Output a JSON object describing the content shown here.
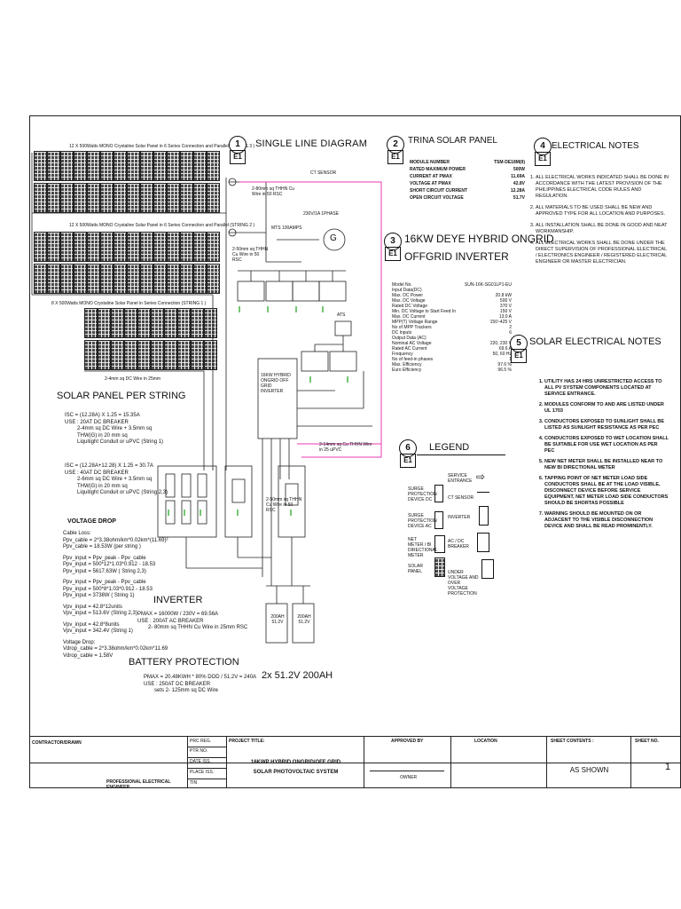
{
  "single_line": {
    "num": "1",
    "sheet": "E1",
    "title": "SINGLE LINE DIAGRAM"
  },
  "trina": {
    "num": "2",
    "sheet": "E1",
    "title": "TRINA SOLAR PANEL",
    "specs": [
      {
        "label": "MODULE NUMBER",
        "value": "TSM-DE18M(II)"
      },
      {
        "label": "RATED MAXIMUM POWER",
        "value": "500W"
      },
      {
        "label": "CURRENT AT PMAX",
        "value": "11.69A"
      },
      {
        "label": "VOLTAGE AT PMAX",
        "value": "42.8V"
      },
      {
        "label": "SHORT CIRCUIT CURRENT",
        "value": "12.28A"
      },
      {
        "label": "OPEN CIRCUIT VOLTAGE",
        "value": "51.7V"
      }
    ]
  },
  "deye": {
    "num": "3",
    "sheet": "E1",
    "title_line1": "16KW DEYE HYBRID ONGRID",
    "title_line2": "OFFGRID INVERTER",
    "specs": [
      {
        "label": "Model No.",
        "value": "SUN-16K-SG01LP1-EU"
      },
      {
        "label": "Input Data(DC)",
        "value": ""
      },
      {
        "label": "Max. DC Power",
        "value": "20.8 kW"
      },
      {
        "label": "Max. DC Voltage",
        "value": "500 V"
      },
      {
        "label": "Rated DC Voltage",
        "value": "370 V"
      },
      {
        "label": "Min. DC Voltage to Start Feed In",
        "value": "150 V"
      },
      {
        "label": "Max. DC Current",
        "value": "13.0 A"
      },
      {
        "label": "MPP(T) Voltage Range",
        "value": "150~425 V"
      },
      {
        "label": "No of MPP Trackers",
        "value": "2"
      },
      {
        "label": "DC Inputs",
        "value": "6"
      },
      {
        "label": "Output Data (AC)",
        "value": ""
      },
      {
        "label": "Nominal AC Voltage",
        "value": "220, 230 V"
      },
      {
        "label": "Rated AC Current",
        "value": "69.6 A"
      },
      {
        "label": "Frequency",
        "value": "50, 60 Hz"
      },
      {
        "label": "No of feed-in phases",
        "value": "1"
      },
      {
        "label": "Max. Efficiency",
        "value": "97.6 %"
      },
      {
        "label": "Euro Efficiency",
        "value": "96.5 %"
      }
    ]
  },
  "notes": {
    "num": "4",
    "sheet": "E1",
    "title": "ELECTRICAL NOTES",
    "items": [
      "ALL ELECTRICAL WORKS INDICATED SHALL BE DONE IN ACCORDANCE WITH THE LATEST PROVISION OF THE PHILIPPINES ELECTRICAL CODE RULES AND REGULATION.",
      "ALL MATERIALS TO BE USED SHALL BE NEW AND APPROVED TYPE FOR ALL LOCATION AND PURPOSES.",
      "ALL INSTALLATION SHALL BE DONE IN GOOD AND NEAT WORKMANSHIP.",
      "ALL ELECTRICAL WORKS SHALL BE DONE UNDER THE DIRECT SUPERVISION OF PROFESSIONAL ELECTRICAL / ELECTRONICS ENGINEER / REGISTERED ELECTRICAL ENGINEER OR MASTER ELECTRICIAN."
    ]
  },
  "solar_notes": {
    "num": "5",
    "sheet": "E1",
    "title": "SOLAR ELECTRICAL NOTES",
    "items": [
      "UTILITY HAS 24 HRS UNRESTRICTED ACCESS TO ALL PV SYSTEM COMPONENTS LOCATED AT SERVICE ENTRANCE.",
      "MODULES CONFORM TO AND ARE LISTED UNDER UL 1703",
      "CONDUCTORS EXPOSED TO SUNLIGHT SHALL BE LISTED AS SUNLIGHT RESISTANCE AS PER PEC",
      "CONDUCTORS EXPOSED TO WET LOCATION SHALL BE SUITABLE FOR USE WET LOCATION AS PER PEC",
      "NEW NET METER SHALL BE INSTALLED NEAR TO NEW BI DIRECTIONAL METER",
      "TAPPING POINT OF NET METER LOAD SIDE CONDUCTORS SHALL BE AT THE LOAD VISIBLE, DISCONNECT DEVICE BEFORE SERVICE EQUIPMENT, NET METER LOAD SIDE CONDUCTORS SHOULD BE SHORTAS POSSIBLE",
      "WARNING SHOULD BE MOUNTED ON OR ADJACENT TO THE VISIBLE DISCONNECTION DEVICE AND SHALL BE READ PROMINENTLY."
    ]
  },
  "legend": {
    "num": "6",
    "sheet": "E1",
    "title": "LEGEND",
    "items": [
      "SURGE PROTECTION DEVICE DC",
      "SURGE PROTECTION DEVICE AC",
      "NET METER / BI DIRECTIONAL METER",
      "SOLAR PANEL",
      "SERVICE ENTRANCE",
      "CT SENSOR",
      "INVERTER",
      "AC / DC BREAKER",
      "UNDER VOLTAGE AND OVER VOLTAGE PROTECTION"
    ]
  },
  "strings": {
    "s3": "12 X 500Watts MONO Crystaline Solar Panel in 6 Series Connection and Parallel (STRING 3 )",
    "s2": "12 X 500Watts MONO Crystaline Solar Panel in 6 Series Connection and Parallel (STRING 2 )",
    "s1": "8 X 500Watts MONO Crystaline Solar Panel in Series Connection (STRING 1 )",
    "wire": "2-4mm sq DC Wire in 25mm"
  },
  "diagram_labels": {
    "ct": "CT SENSOR",
    "phase": "230V/1A 1PHASE",
    "mts": "MTS 100AMPS",
    "g": "G",
    "ats": "ATS",
    "inv": "16KW HYBRID ONGRID OFF GRID INVERTER",
    "w1": "2-80mm sq THHN Cu Wire in 50 RSC",
    "w2": "2-50mm sq THHN Cu Wire in 50 RSC",
    "w3": "2-50mm sq THHN Cu Wire in 50 RSC",
    "w4": "2-14mm sq Cu THHN Wire in 25 uPVC",
    "sys": "2x 51.2V 200AH",
    "batt_a": "200AH 51.2V",
    "batt_b": "200AH 51.2V"
  },
  "per_string": {
    "title": "SOLAR PANEL PER STRING",
    "block1": [
      "ISC = (12.28A) X 1.25 = 15.35A",
      "USE : 20AT DC BREAKER",
      "2-4mm sq DC Wire + 3.5mm sq",
      "THW(G) in 20 mm sq",
      "Liquitight Conduit or uPVC (String 1)"
    ],
    "block2": [
      "ISC = (12.28A+12.28) X 1.25 = 30.7A",
      "USE : 40AT DC BREAKER",
      "2-6mm sq DC Wire + 3.5mm sq",
      "THW(G) in 20 mm sq",
      "Liquitight Conduit or uPVC (String 2,3)"
    ]
  },
  "voltage_drop": {
    "title": "VOLTAGE DROP",
    "lines": [
      "Cable Loss:",
      "Ppv_cable = 2*3.38ohm/km*0.02km*(11.69)²",
      "Ppv_cable = 18.53W (per string )",
      "",
      "Ppv_input = Ppv_peak - Ppv_cable",
      "Ppv_input = 500*12*1.03*0.912 - 18.53",
      "Ppv_input = 5617.63W ( String 2,3)",
      "",
      "Ppv_input = Ppv_peak - Ppv_cable",
      "Ppv_input = 500*8*1.03*0.912 - 18.53",
      "Ppv_input = 3738W ( String 1)",
      "",
      "Vpv_input = 42.8*12units",
      "Vpv_input = 513.6V (String 2,3)",
      "",
      "Vpv_input = 42.8*8units",
      "Vpv_input = 342.4V (String 1)",
      "",
      "Voltage Drop:",
      "Vdrop_cable = 2*3.38ohm/km*0.02km*11.69",
      "Vdrop_cable = 1.58V"
    ]
  },
  "inverter_sec": {
    "title": "INVERTER",
    "lines": [
      "PMAX = 16000W / 230V = 69.56A",
      "USE : 200AT AC BREAKER",
      "2- 80mm sq THHN Cu Wire in 25mm RSC"
    ]
  },
  "battery_sec": {
    "title": "BATTERY PROTECTION",
    "lines": [
      "PMAX = 20.48KWH * 80% DOD / 51.2V = 240A",
      "USE : 250AT DC BREAKER",
      "sets 2- 125mm sq DC Wire"
    ]
  },
  "title_block": {
    "contractor": "CONTRACTOR/DRAWN",
    "pee": "PROFESSIONAL ELECTRICAL ENGINEER",
    "small": [
      "PRC REG.",
      "PTR NO.",
      "DATE ISS.",
      "PLACE ISS.",
      "TIN"
    ],
    "project_title_label": "PROJECT TITLE:",
    "project_l1": "16KWP HYBRID ONGRID/OFF GRID",
    "project_l2": "SOLAR PHOTOVOLTAIC SYSTEM",
    "approved": "APPROVED BY",
    "owner": "OWNER",
    "location": "LOCATION",
    "sheet_contents": "SHEET CONTENTS :",
    "as_shown": "AS SHOWN",
    "sheet_no": "SHEET NO.",
    "sheet_val": "1"
  }
}
